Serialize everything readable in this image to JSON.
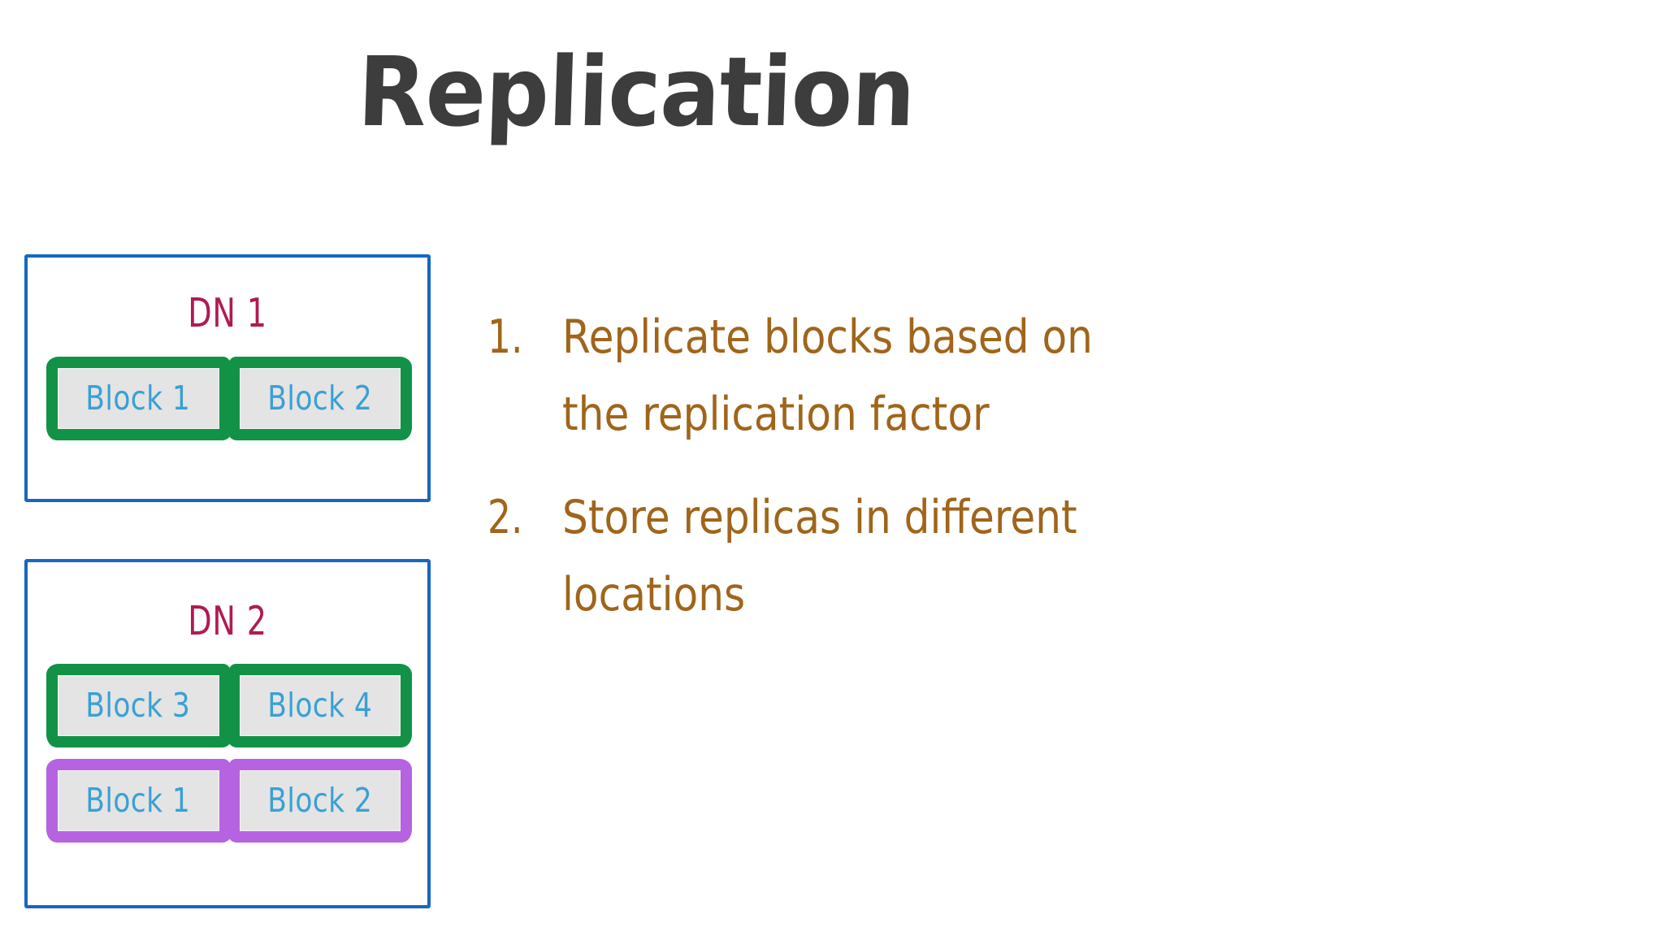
{
  "slide": {
    "title": "Replication",
    "background": "#ffffff"
  },
  "colors": {
    "title": "#3d3d3d",
    "datanode_border": "#1767c0",
    "datanode_label": "#b01a52",
    "block_border_green": "#129246",
    "block_border_purple": "#b563e0",
    "block_fill": "#e4e4e4",
    "block_text": "#3aa0d4",
    "list_text": "#a0651a"
  },
  "diagram": {
    "datanodes": [
      {
        "id": "dn1",
        "label": "DN 1",
        "rows": [
          {
            "id": "dn1-row-green",
            "color": "green",
            "blocks": [
              {
                "label": "Block 1"
              },
              {
                "label": "Block 2"
              }
            ]
          }
        ]
      },
      {
        "id": "dn2",
        "label": "DN 2",
        "rows": [
          {
            "id": "dn2-row-green",
            "color": "green",
            "blocks": [
              {
                "label": "Block 3"
              },
              {
                "label": "Block 4"
              }
            ]
          },
          {
            "id": "dn2-row-purple",
            "color": "purple",
            "blocks": [
              {
                "label": "Block 1"
              },
              {
                "label": "Block 2"
              }
            ]
          }
        ]
      }
    ]
  },
  "points": [
    {
      "marker": "1.",
      "text": "Replicate blocks based on the replication factor"
    },
    {
      "marker": "2.",
      "text": "Store replicas in different locations"
    }
  ]
}
